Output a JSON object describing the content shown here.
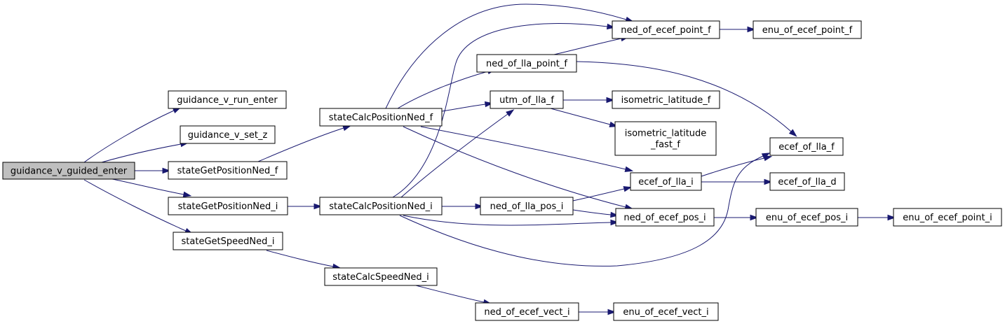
{
  "nodes": [
    {
      "id": "guidance_v_guided_enter",
      "label": "guidance_v_guided_enter",
      "root": true
    },
    {
      "id": "guidance_v_run_enter",
      "label": "guidance_v_run_enter"
    },
    {
      "id": "guidance_v_set_z",
      "label": "guidance_v_set_z"
    },
    {
      "id": "stateGetPositionNed_f",
      "label": "stateGetPositionNed_f"
    },
    {
      "id": "stateGetPositionNed_i",
      "label": "stateGetPositionNed_i"
    },
    {
      "id": "stateGetSpeedNed_i",
      "label": "stateGetSpeedNed_i"
    },
    {
      "id": "stateCalcPositionNed_f",
      "label": "stateCalcPositionNed_f"
    },
    {
      "id": "stateCalcPositionNed_i",
      "label": "stateCalcPositionNed_i"
    },
    {
      "id": "stateCalcSpeedNed_i",
      "label": "stateCalcSpeedNed_i"
    },
    {
      "id": "ned_of_lla_point_f",
      "label": "ned_of_lla_point_f"
    },
    {
      "id": "utm_of_lla_f",
      "label": "utm_of_lla_f"
    },
    {
      "id": "ned_of_lla_pos_i",
      "label": "ned_of_lla_pos_i"
    },
    {
      "id": "ned_of_ecef_vect_i",
      "label": "ned_of_ecef_vect_i"
    },
    {
      "id": "ned_of_ecef_point_f",
      "label": "ned_of_ecef_point_f"
    },
    {
      "id": "isometric_latitude_f",
      "label": "isometric_latitude_f"
    },
    {
      "id": "isometric_latitude_fast_f",
      "label": "isometric_latitude\n_fast_f"
    },
    {
      "id": "ecef_of_lla_i",
      "label": "ecef_of_lla_i"
    },
    {
      "id": "ned_of_ecef_pos_i",
      "label": "ned_of_ecef_pos_i"
    },
    {
      "id": "enu_of_ecef_vect_i",
      "label": "enu_of_ecef_vect_i"
    },
    {
      "id": "enu_of_ecef_point_f",
      "label": "enu_of_ecef_point_f"
    },
    {
      "id": "ecef_of_lla_f",
      "label": "ecef_of_lla_f"
    },
    {
      "id": "ecef_of_lla_d",
      "label": "ecef_of_lla_d"
    },
    {
      "id": "enu_of_ecef_pos_i",
      "label": "enu_of_ecef_pos_i"
    },
    {
      "id": "enu_of_ecef_point_i",
      "label": "enu_of_ecef_point_i"
    }
  ],
  "edges": [
    [
      "guidance_v_guided_enter",
      "guidance_v_run_enter"
    ],
    [
      "guidance_v_guided_enter",
      "guidance_v_set_z"
    ],
    [
      "guidance_v_guided_enter",
      "stateGetPositionNed_f"
    ],
    [
      "guidance_v_guided_enter",
      "stateGetPositionNed_i"
    ],
    [
      "guidance_v_guided_enter",
      "stateGetSpeedNed_i"
    ],
    [
      "stateGetPositionNed_f",
      "stateCalcPositionNed_f"
    ],
    [
      "stateGetPositionNed_i",
      "stateCalcPositionNed_i"
    ],
    [
      "stateGetSpeedNed_i",
      "stateCalcSpeedNed_i"
    ],
    [
      "stateCalcPositionNed_f",
      "ned_of_ecef_point_f"
    ],
    [
      "stateCalcPositionNed_f",
      "ned_of_lla_point_f"
    ],
    [
      "stateCalcPositionNed_f",
      "utm_of_lla_f"
    ],
    [
      "stateCalcPositionNed_f",
      "ecef_of_lla_i"
    ],
    [
      "stateCalcPositionNed_f",
      "ned_of_ecef_pos_i"
    ],
    [
      "stateCalcPositionNed_i",
      "ned_of_ecef_point_f"
    ],
    [
      "stateCalcPositionNed_i",
      "utm_of_lla_f"
    ],
    [
      "stateCalcPositionNed_i",
      "ned_of_lla_pos_i"
    ],
    [
      "stateCalcPositionNed_i",
      "ned_of_ecef_pos_i"
    ],
    [
      "stateCalcPositionNed_i",
      "ecef_of_lla_f"
    ],
    [
      "stateCalcSpeedNed_i",
      "ned_of_ecef_vect_i"
    ],
    [
      "ned_of_lla_point_f",
      "ned_of_ecef_point_f"
    ],
    [
      "ned_of_lla_point_f",
      "ecef_of_lla_f"
    ],
    [
      "ned_of_ecef_point_f",
      "enu_of_ecef_point_f"
    ],
    [
      "utm_of_lla_f",
      "isometric_latitude_f"
    ],
    [
      "utm_of_lla_f",
      "isometric_latitude_fast_f"
    ],
    [
      "ned_of_lla_pos_i",
      "ecef_of_lla_i"
    ],
    [
      "ned_of_lla_pos_i",
      "ned_of_ecef_pos_i"
    ],
    [
      "ecef_of_lla_i",
      "ecef_of_lla_f"
    ],
    [
      "ecef_of_lla_i",
      "ecef_of_lla_d"
    ],
    [
      "ned_of_ecef_pos_i",
      "enu_of_ecef_pos_i"
    ],
    [
      "enu_of_ecef_pos_i",
      "enu_of_ecef_point_i"
    ],
    [
      "ned_of_ecef_vect_i",
      "enu_of_ecef_vect_i"
    ]
  ],
  "colors": {
    "edge": "#191970",
    "root_fill": "#bfbfbf",
    "node_fill": "#ffffff",
    "node_stroke": "#000000"
  }
}
